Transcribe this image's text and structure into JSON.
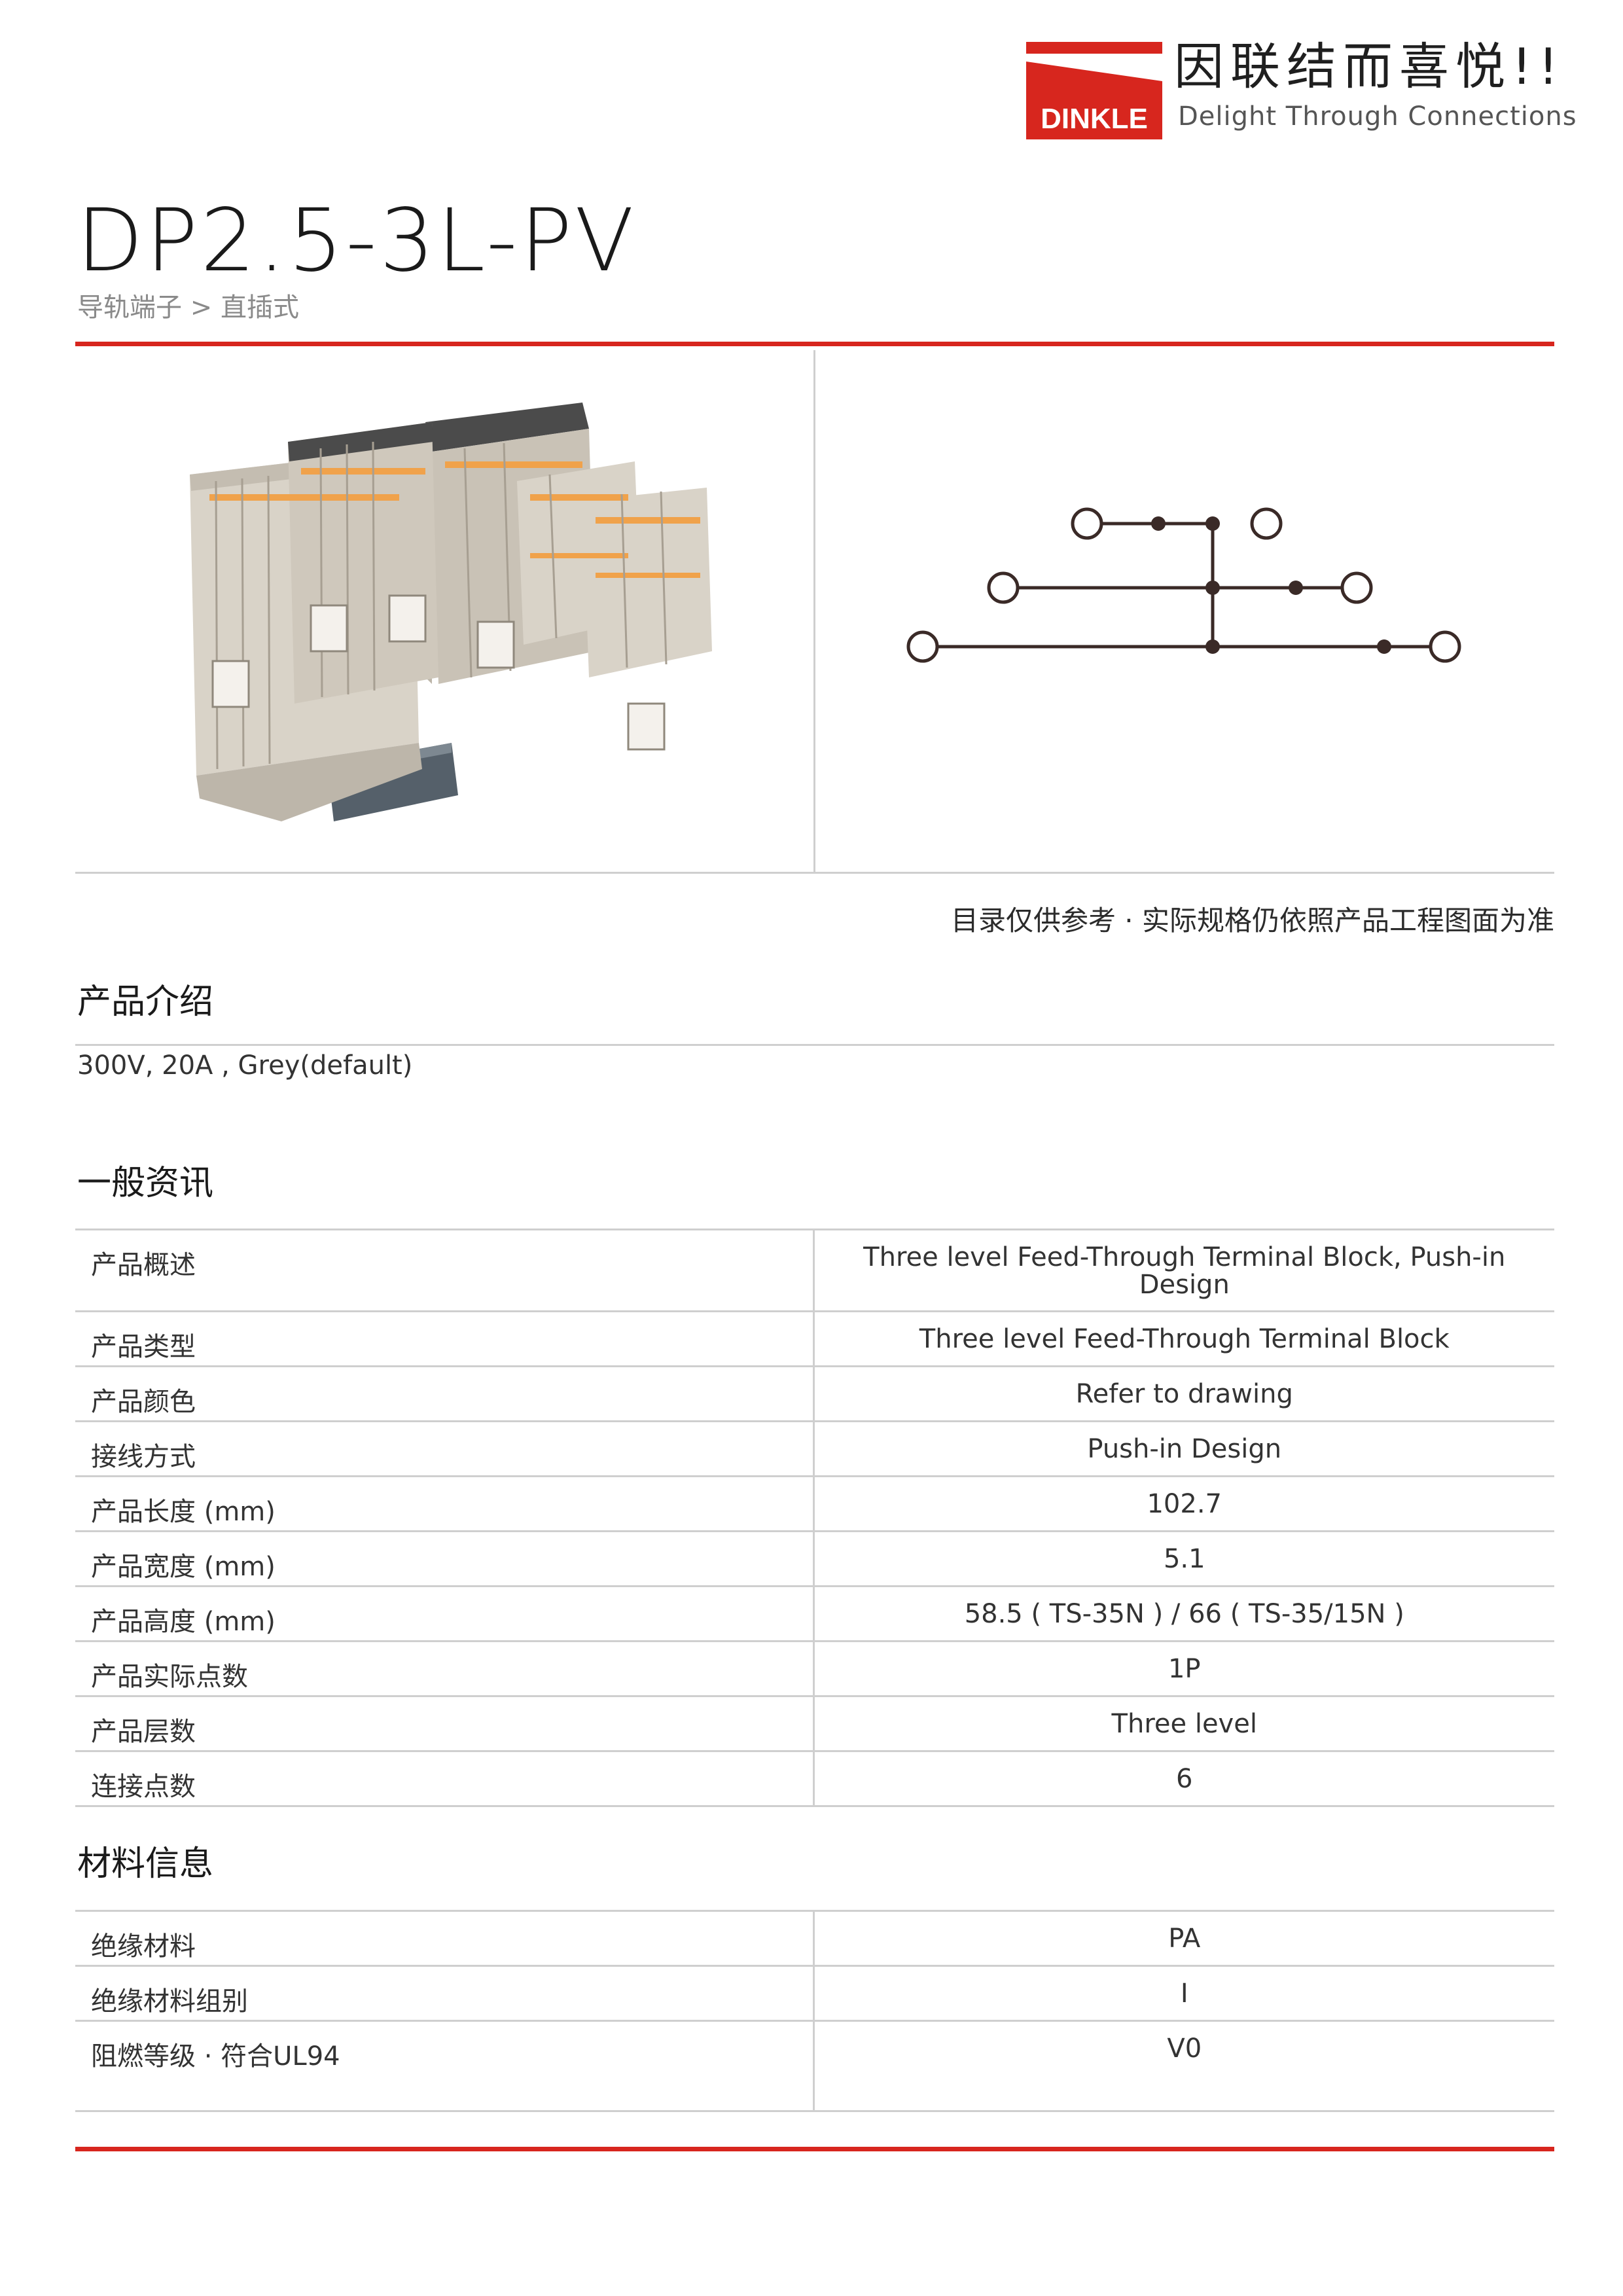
{
  "header": {
    "logo_text": "DINKLE",
    "slogan_cn": "因联结而喜悦!!",
    "slogan_en": "Delight Through Connections"
  },
  "title": "DP2.5-3L-PV",
  "breadcrumb": "导轨端子 > 直插式",
  "disclaimer": "目录仅供参考 · 实际规格仍依照产品工程图面为准",
  "intro": {
    "heading": "产品介绍",
    "text": "300V, 20A , Grey(default)"
  },
  "general": {
    "heading": "一般资讯",
    "rows": [
      {
        "key": "产品概述",
        "value": "Three level Feed-Through Terminal Block, Push-in Design"
      },
      {
        "key": "产品类型",
        "value": "Three level Feed-Through Terminal Block"
      },
      {
        "key": "产品颜色",
        "value": "Refer to drawing"
      },
      {
        "key": "接线方式",
        "value": "Push-in Design"
      },
      {
        "key": "产品长度 (mm)",
        "value": "102.7"
      },
      {
        "key": "产品宽度 (mm)",
        "value": "5.1"
      },
      {
        "key": "产品高度 (mm)",
        "value": "58.5 ( TS-35N ) / 66 ( TS-35/15N )"
      },
      {
        "key": "产品实际点数",
        "value": "1P"
      },
      {
        "key": "产品层数",
        "value": "Three level"
      },
      {
        "key": "连接点数",
        "value": "6"
      }
    ]
  },
  "material": {
    "heading": "材料信息",
    "rows": [
      {
        "key": "绝缘材料",
        "value": "PA"
      },
      {
        "key": "绝缘材料组别",
        "value": "I"
      },
      {
        "key": "阻燃等级 · 符合UL94",
        "value": "V0"
      }
    ]
  },
  "colors": {
    "brand_red": "#d7261e",
    "rule_gray": "#cfcfcf",
    "block_beige": "#d9d3c8",
    "lever_orange": "#f0a24b",
    "schematic_line": "#3a2a27"
  }
}
